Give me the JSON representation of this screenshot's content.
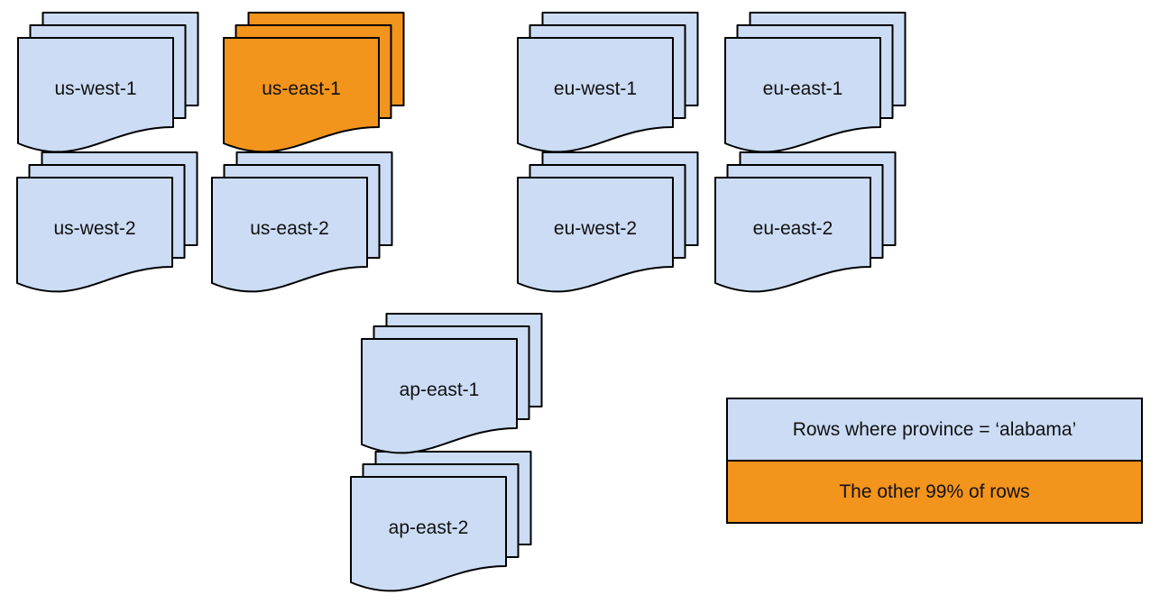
{
  "diagram": {
    "stacks": [
      {
        "id": "us-west-1",
        "label": "us-west-1",
        "highlighted": false
      },
      {
        "id": "us-east-1",
        "label": "us-east-1",
        "highlighted": true
      },
      {
        "id": "eu-west-1",
        "label": "eu-west-1",
        "highlighted": false
      },
      {
        "id": "eu-east-1",
        "label": "eu-east-1",
        "highlighted": false
      },
      {
        "id": "us-west-2",
        "label": "us-west-2",
        "highlighted": false
      },
      {
        "id": "us-east-2",
        "label": "us-east-2",
        "highlighted": false
      },
      {
        "id": "eu-west-2",
        "label": "eu-west-2",
        "highlighted": false
      },
      {
        "id": "eu-east-2",
        "label": "eu-east-2",
        "highlighted": false
      },
      {
        "id": "ap-east-1",
        "label": "ap-east-1",
        "highlighted": false
      },
      {
        "id": "ap-east-2",
        "label": "ap-east-2",
        "highlighted": false
      }
    ],
    "legend": {
      "items": [
        {
          "label": "Rows where province = ‘alabama’",
          "color": "#cbdcf4"
        },
        {
          "label": "The other 99% of rows",
          "color": "#f3941c"
        }
      ]
    },
    "colors": {
      "document_fill": "#cbdcf4",
      "highlight_fill": "#f3941c",
      "outline": "#000000"
    }
  }
}
